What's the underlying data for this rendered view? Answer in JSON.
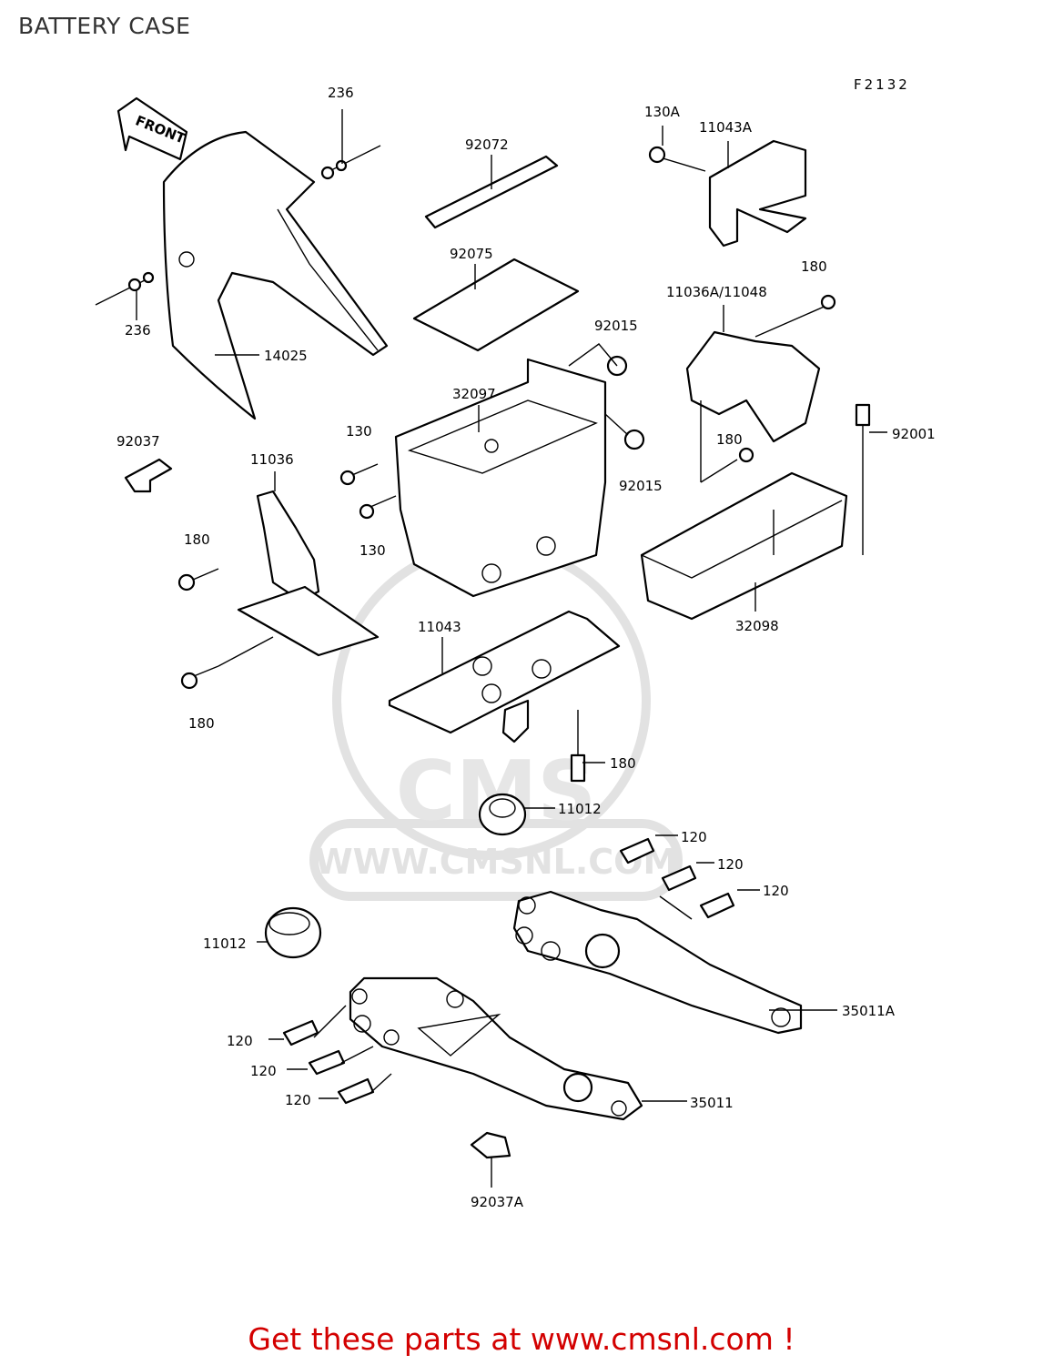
{
  "page_title": "BATTERY CASE",
  "figure_code": "F2132",
  "front_arrow_text": "FRONT",
  "watermark": {
    "brand": "CMS",
    "url": "WWW.CMSNL.COM"
  },
  "colors": {
    "footer": "#d30000",
    "line": "#000000",
    "watermark": "#e2e2e2"
  },
  "labels": {
    "l236a": "236",
    "l236b": "236",
    "l14025": "14025",
    "l92072": "92072",
    "l92075": "92075",
    "l130a": "130A",
    "l11043a": "11043A",
    "l180a": "180",
    "l11036a": "11036A/11048",
    "l92015a": "92015",
    "l92015b": "92015",
    "l32097": "32097",
    "l130b": "130",
    "l130c": "130",
    "l92037": "92037",
    "l11036": "11036",
    "l180b": "180",
    "l180c": "180",
    "l180d": "180",
    "l92001": "92001",
    "l180e": "180",
    "l32098": "32098",
    "l11043": "11043",
    "l11012a": "11012",
    "l11012b": "11012",
    "l120a": "120",
    "l120b": "120",
    "l120c": "120",
    "l35011a": "35011A",
    "l120d": "120",
    "l120e": "120",
    "l120f": "120",
    "l35011": "35011",
    "l92037a": "92037A"
  },
  "footer_text": "Get these parts at www.cmsnl.com !"
}
